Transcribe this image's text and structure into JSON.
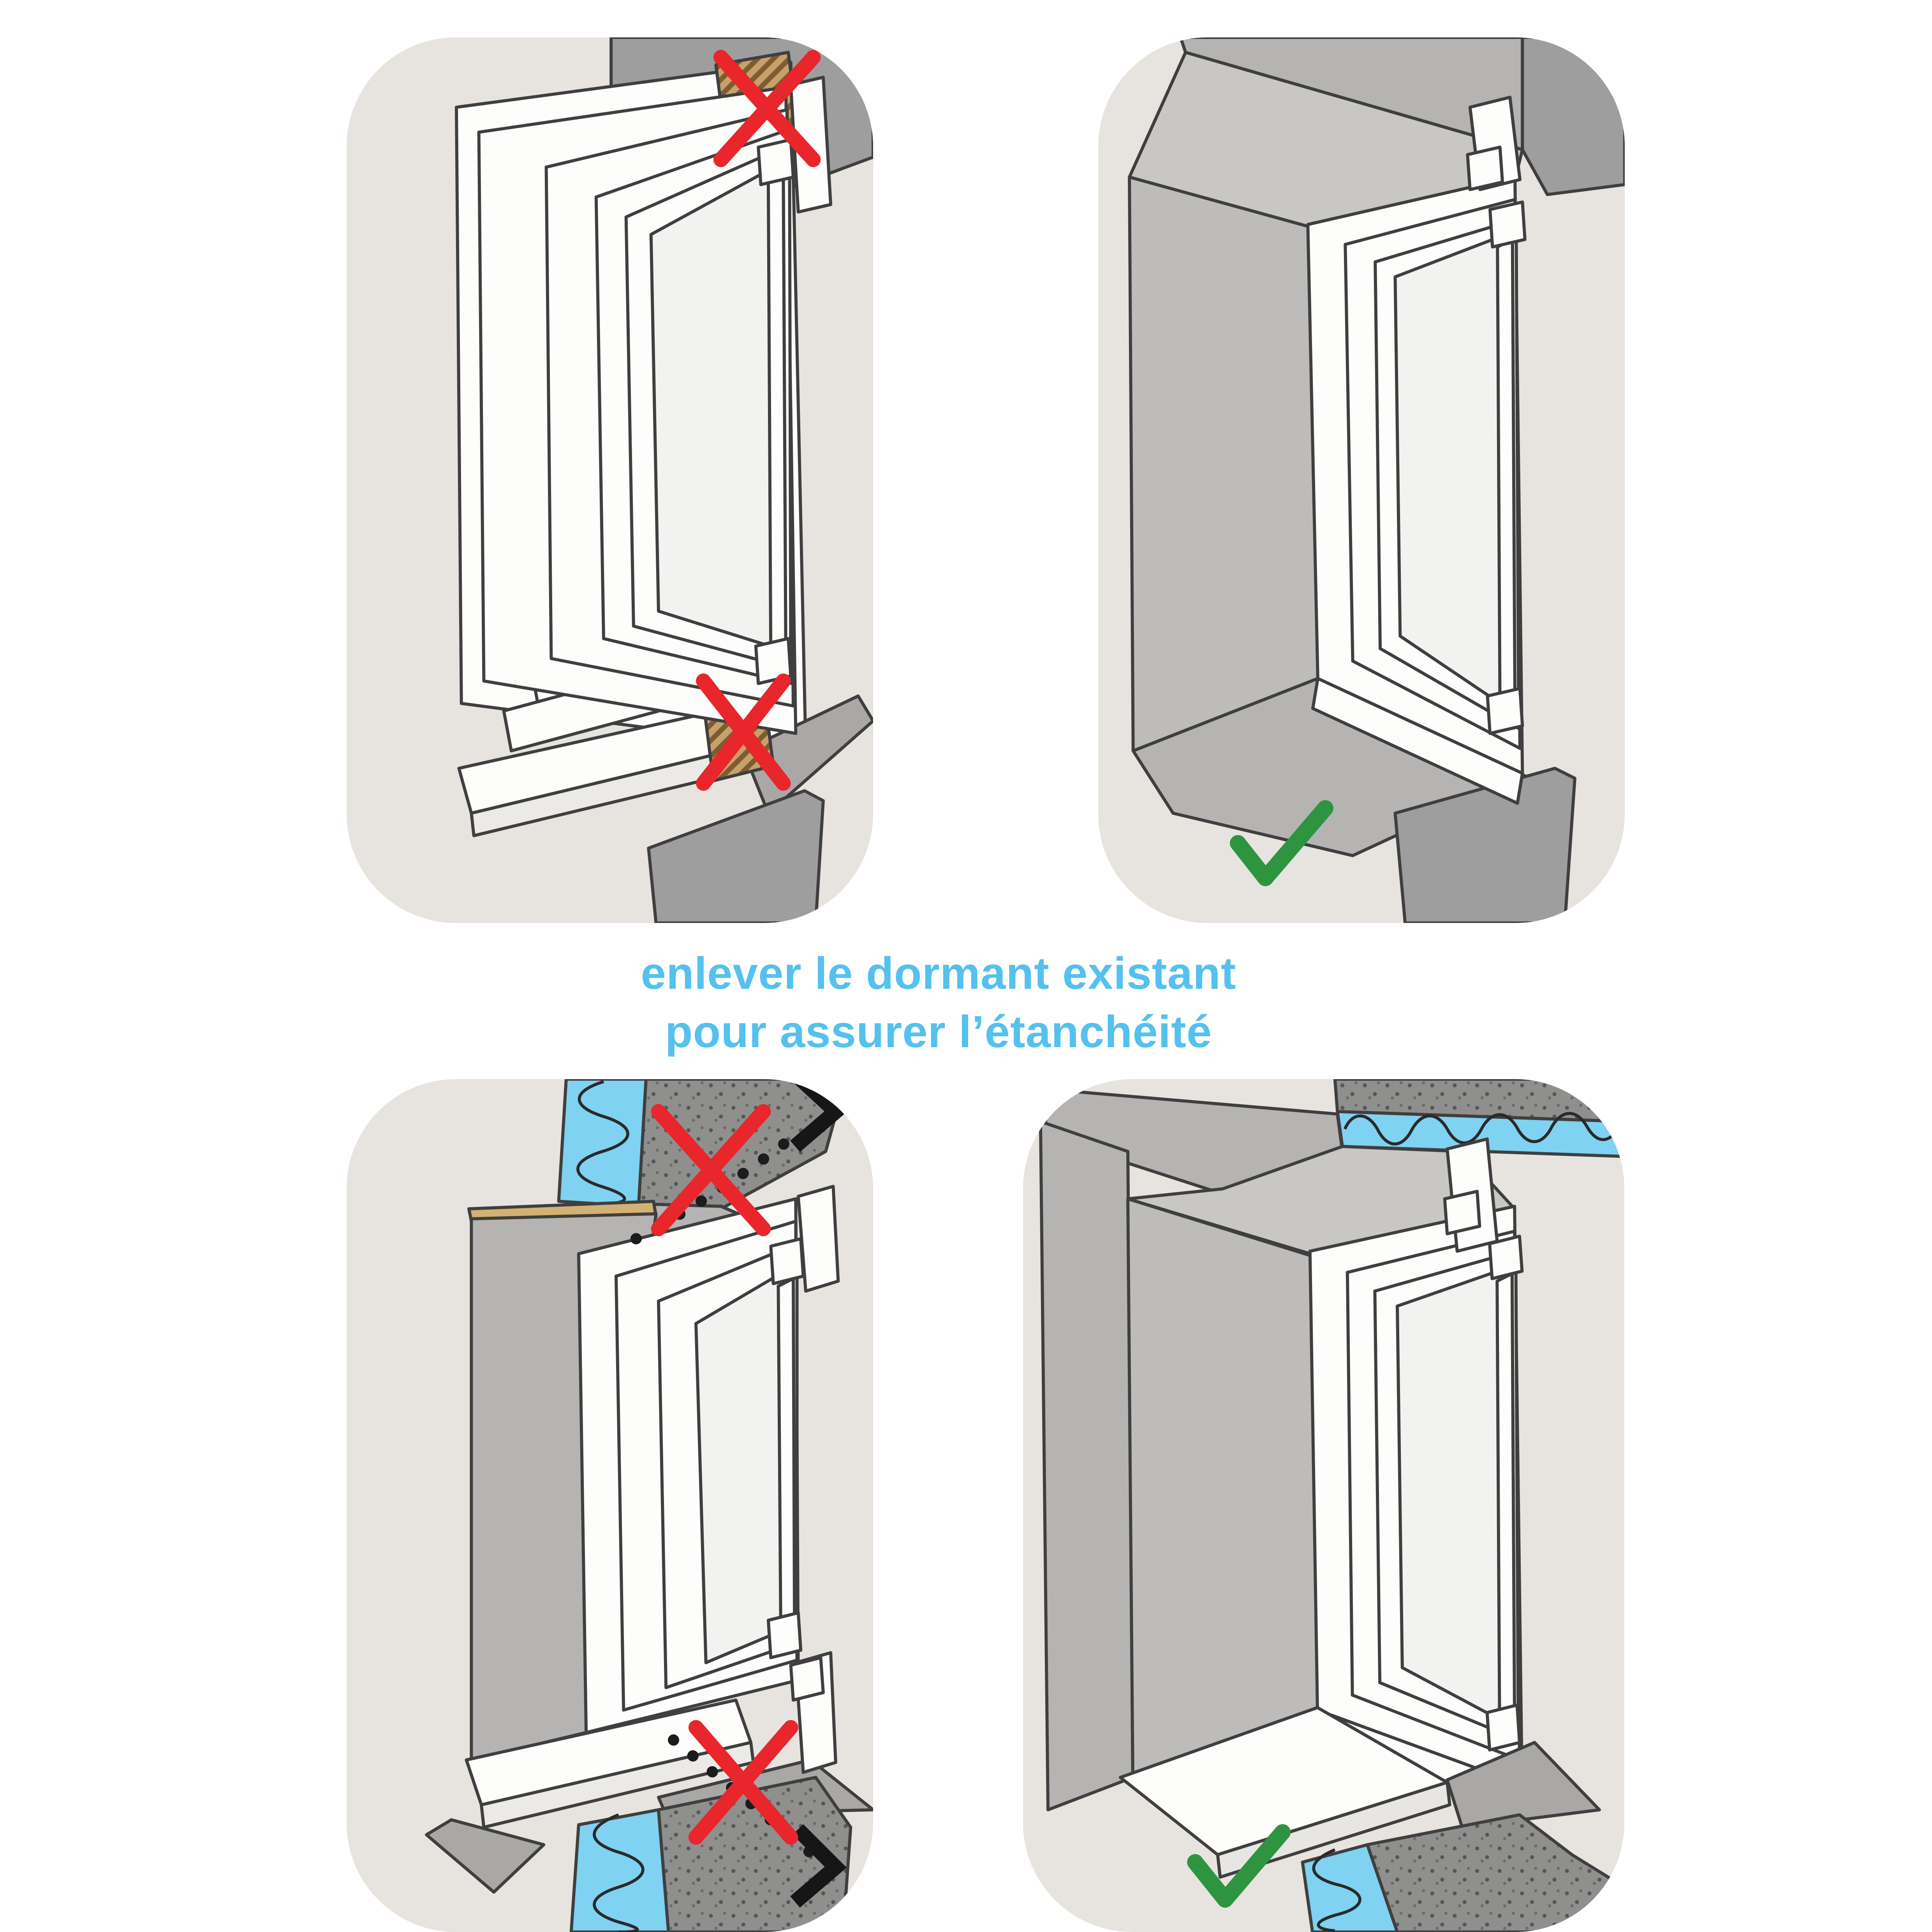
{
  "caption": {
    "line1": "enlever le dormant existant",
    "line2": "pour assurer l’étanchéité"
  },
  "colors": {
    "caption_blue": "#54c1ee",
    "error_red": "#e8262b",
    "ok_green": "#2f9440",
    "insulation_blue": "#7fd2f2",
    "panel_bg": "#e7e4df",
    "wall_dark": "#9e9e9e",
    "wall_mid": "#b5b4b2",
    "wood_tan": "#c49a62"
  },
  "panels": [
    {
      "id": "top-left",
      "verdict": "wrong",
      "marks": [
        "red-cross-top",
        "red-cross-bottom"
      ],
      "subject": "window installed over existing frame"
    },
    {
      "id": "top-right",
      "verdict": "correct",
      "marks": [
        "green-check"
      ],
      "subject": "window installed with existing frame removed"
    },
    {
      "id": "bottom-left",
      "verdict": "wrong",
      "marks": [
        "red-cross-top",
        "red-cross-bottom",
        "air-leak-arrow-top",
        "air-leak-arrow-bottom"
      ],
      "subject": "air leakage through kept frame joints"
    },
    {
      "id": "bottom-right",
      "verdict": "correct",
      "marks": [
        "green-check"
      ],
      "subject": "sealed installation with insulation"
    }
  ]
}
